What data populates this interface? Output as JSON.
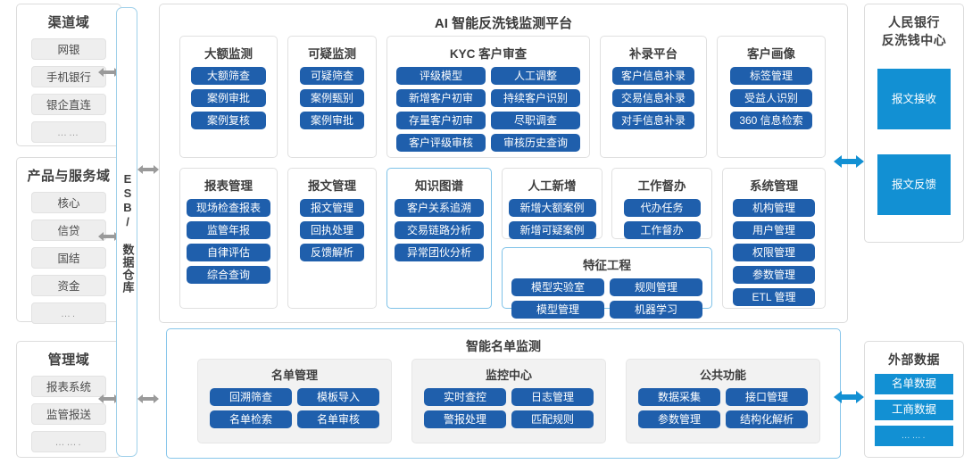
{
  "left_domains": [
    {
      "title": "渠道域",
      "items": [
        "网银",
        "手机银行",
        "银企直连",
        "……"
      ]
    },
    {
      "title": "产品与服务域",
      "items": [
        "核心",
        "信贷",
        "国结",
        "资金",
        "…."
      ]
    },
    {
      "title": "管理域",
      "items": [
        "报表系统",
        "监管报送",
        "……."
      ]
    }
  ],
  "esb": {
    "label": "ESB/ 数据仓库"
  },
  "platform": {
    "title": "AI 智能反洗钱监测平台",
    "modules_row1": [
      {
        "title": "大额监测",
        "buttons": [
          "大额筛查",
          "案例审批",
          "案例复核"
        ]
      },
      {
        "title": "可疑监测",
        "buttons": [
          "可疑筛查",
          "案例甄别",
          "案例审批"
        ]
      },
      {
        "title": "KYC 客户审查",
        "buttons": [
          "评级模型",
          "人工调整",
          "新增客户初审",
          "持续客户识别",
          "存量客户初审",
          "尽职调查",
          "客户评级审核",
          "审核历史查询"
        ]
      },
      {
        "title": "补录平台",
        "buttons": [
          "客户信息补录",
          "交易信息补录",
          "对手信息补录"
        ]
      },
      {
        "title": "客户画像",
        "buttons": [
          "标签管理",
          "受益人识别",
          "360 信息检索"
        ]
      }
    ],
    "modules_row2": [
      {
        "title": "报表管理",
        "buttons": [
          "现场检查报表",
          "监管年报",
          "自律评估",
          "综合查询"
        ]
      },
      {
        "title": "报文管理",
        "buttons": [
          "报文管理",
          "回执处理",
          "反馈解析"
        ]
      },
      {
        "title": "知识图谱",
        "buttons": [
          "客户关系追溯",
          "交易链路分析",
          "异常团伙分析"
        ]
      },
      {
        "title": "人工新增",
        "buttons": [
          "新增大额案例",
          "新增可疑案例"
        ]
      },
      {
        "title": "工作督办",
        "buttons": [
          "代办任务",
          "工作督办"
        ]
      },
      {
        "title": "系统管理",
        "buttons": [
          "机构管理",
          "用户管理",
          "权限管理",
          "参数管理",
          "ETL 管理"
        ]
      }
    ],
    "feature_engineering": {
      "title": "特征工程",
      "buttons": [
        "模型实验室",
        "规则管理",
        "模型管理",
        "机器学习"
      ]
    }
  },
  "smart_list": {
    "title": "智能名单监测",
    "groups": [
      {
        "title": "名单管理",
        "buttons": [
          "回溯筛查",
          "模板导入",
          "名单检索",
          "名单审核"
        ]
      },
      {
        "title": "监控中心",
        "buttons": [
          "实时查控",
          "日志管理",
          "警报处理",
          "匹配规则"
        ]
      },
      {
        "title": "公共功能",
        "buttons": [
          "数据采集",
          "接口管理",
          "参数管理",
          "结构化解析"
        ]
      }
    ]
  },
  "right_panels": [
    {
      "title_line1": "人民银行",
      "title_line2": "反洗钱中心",
      "items": [
        "报文接收",
        "报文反馈"
      ]
    },
    {
      "title_line1": "外部数据",
      "title_line2": "",
      "items": [
        "名单数据",
        "工商数据",
        "……."
      ]
    }
  ],
  "colors": {
    "button_blue": "#1f5fac",
    "cyan": "#1290d3",
    "arrow_gray": "#9a9a9a",
    "arrow_blue": "#1290d3",
    "border_blue": "#86c5ea",
    "border_gray": "#dcdcdc",
    "chip_gray": "#eeeeee"
  }
}
